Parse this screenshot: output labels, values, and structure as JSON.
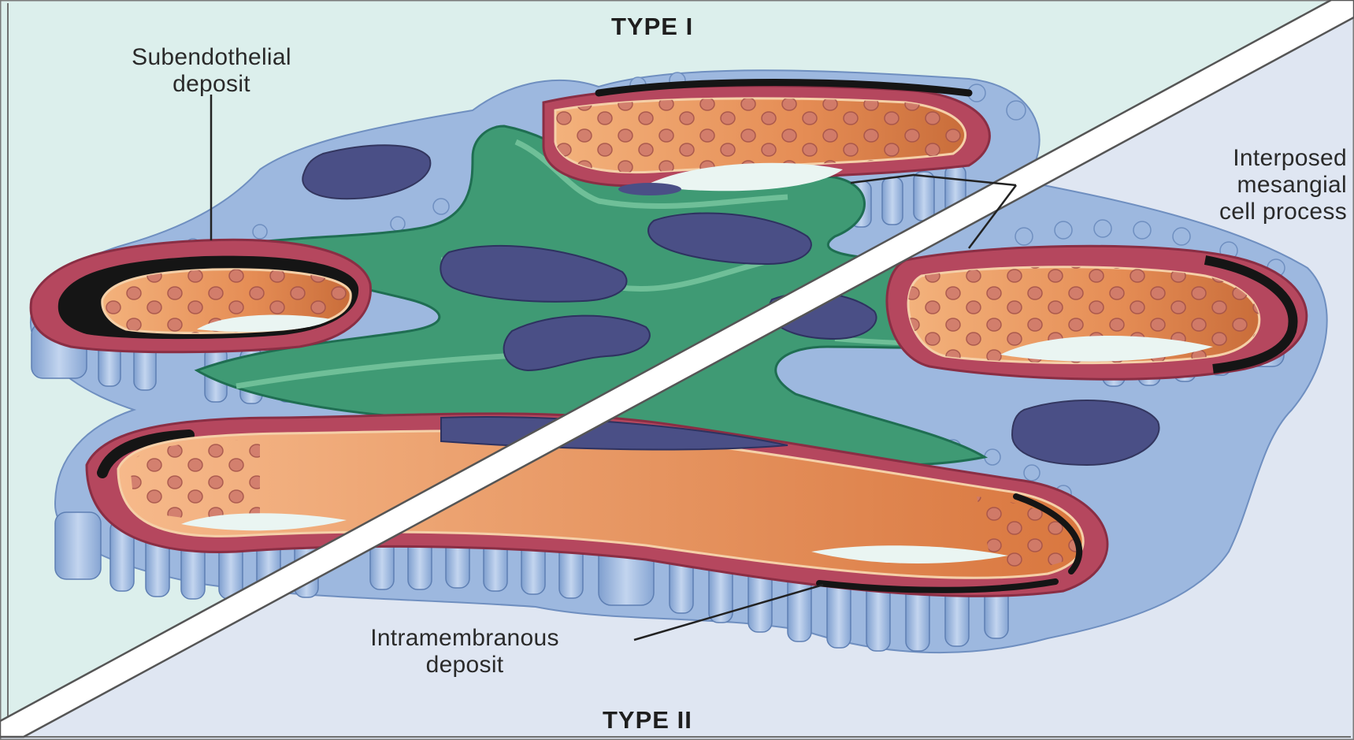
{
  "titles": {
    "type_one": "TYPE I",
    "type_two": "TYPE II"
  },
  "labels": {
    "subendothelial": {
      "line1": "Subendothelial",
      "line2": "deposit"
    },
    "interposed": {
      "line1": "Interposed",
      "line2": "mesangial",
      "line3": "cell process"
    },
    "intramembranous": {
      "line1": "Intramembranous",
      "line2": "deposit"
    }
  },
  "colors": {
    "type_one_background": "#dcefec",
    "type_two_background": "#dfe6f2",
    "podocyte": "#9bb7de",
    "basement_membrane": "#b5475e",
    "endothelium": "#e39359",
    "mesangium": "#3f9a74",
    "mesangium_dark": "#1f6e52",
    "nucleus": "#4a4f86",
    "deposit": "#151515"
  }
}
